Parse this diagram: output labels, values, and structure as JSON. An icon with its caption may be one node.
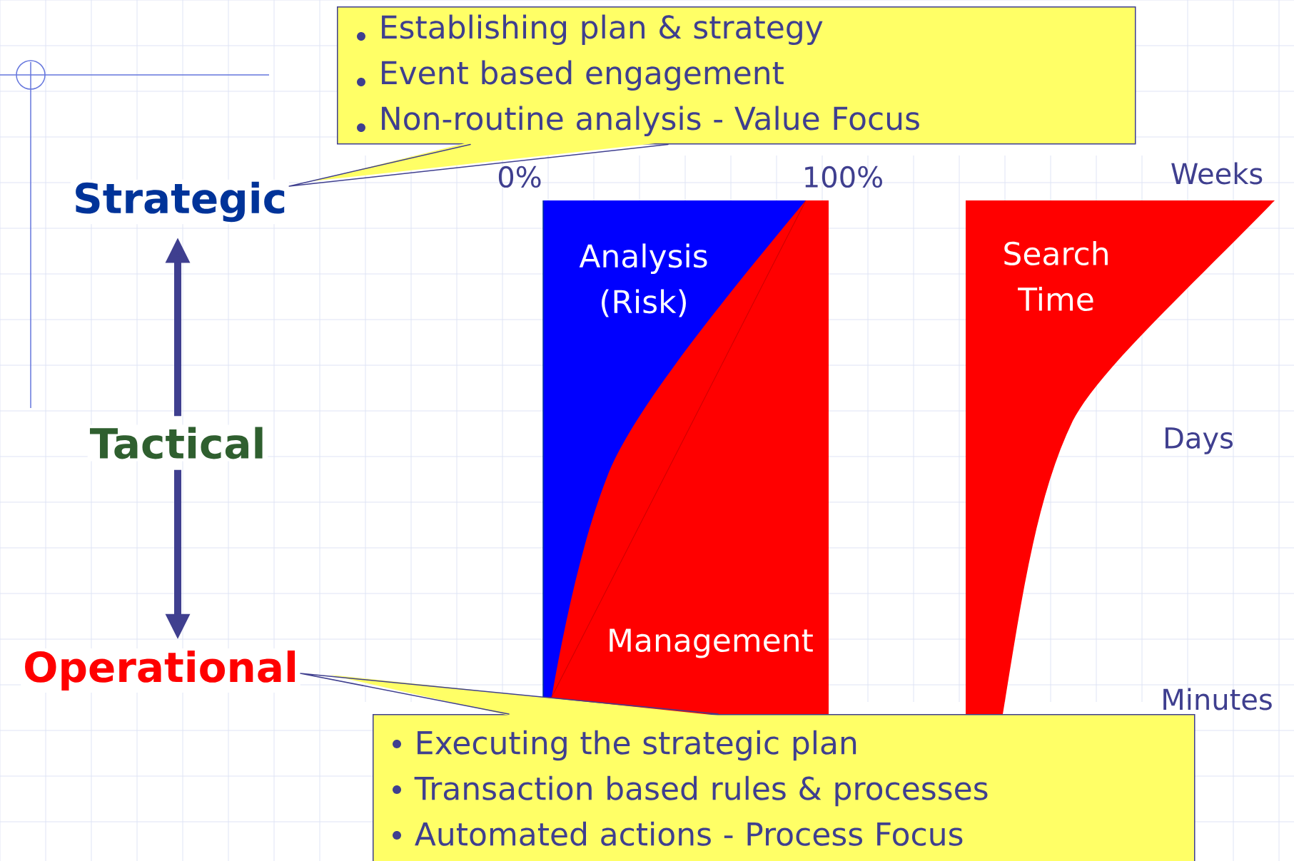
{
  "diagram": {
    "nodes": [
      {
        "text": [
          "Establishing plan & strategy",
          "Event based engagement",
          "Non-routine analysis - Value Focus"
        ]
      },
      {
        "text": [
          "Strategic"
        ]
      },
      {
        "text": [
          "Analysis (Risk)"
        ]
      },
      {
        "text": [
          "Search Time"
        ]
      },
      {
        "text": [
          "Tactical"
        ]
      },
      {
        "text": [
          "Management"
        ]
      },
      {
        "text": [
          "Operational"
        ]
      },
      {
        "text": [
          "Executing the strategic plan",
          "Transaction based rules & processes",
          "Automated actions - Process Focus"
        ]
      }
    ],
    "edges": [
      {
        "from": 0,
        "to": 1,
        "arrow": "none"
      },
      {
        "from": 4,
        "to": 1,
        "arrow": "to",
        "style": "thick"
      },
      {
        "from": 4,
        "to": 6,
        "arrow": "to",
        "style": "thick"
      },
      {
        "from": 7,
        "to": 6,
        "arrow": "none"
      }
    ],
    "labels": [
      "0%",
      "100%",
      "Weeks",
      "Days",
      "Minutes"
    ]
  }
}
